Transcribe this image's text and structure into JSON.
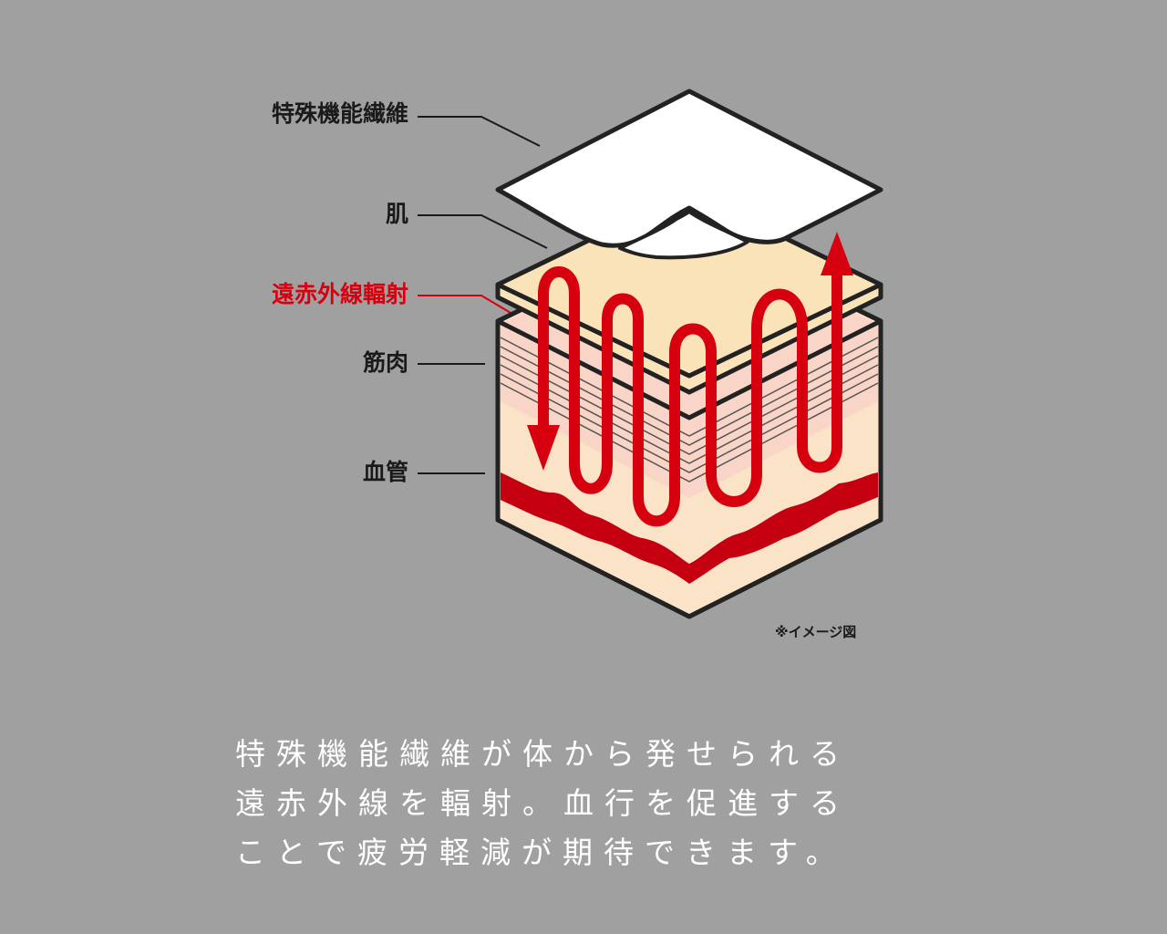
{
  "labels": {
    "fiber": "特殊機能繊維",
    "skin": "肌",
    "far_infrared": "遠赤外線輻射",
    "muscle": "筋肉",
    "blood_vessel": "血管"
  },
  "note": "※イメージ図",
  "caption": {
    "line1": "特殊機能繊維が体から発せられる",
    "line2": "遠赤外線を輻射。血行を促進する",
    "line3": "ことで疲労軽減が期待できます。"
  },
  "colors": {
    "background": "#a0a0a0",
    "accent_red": "#d7000f",
    "skin": "#fbe3b9",
    "muscle": "#f9d3c4",
    "outline": "#222222"
  }
}
